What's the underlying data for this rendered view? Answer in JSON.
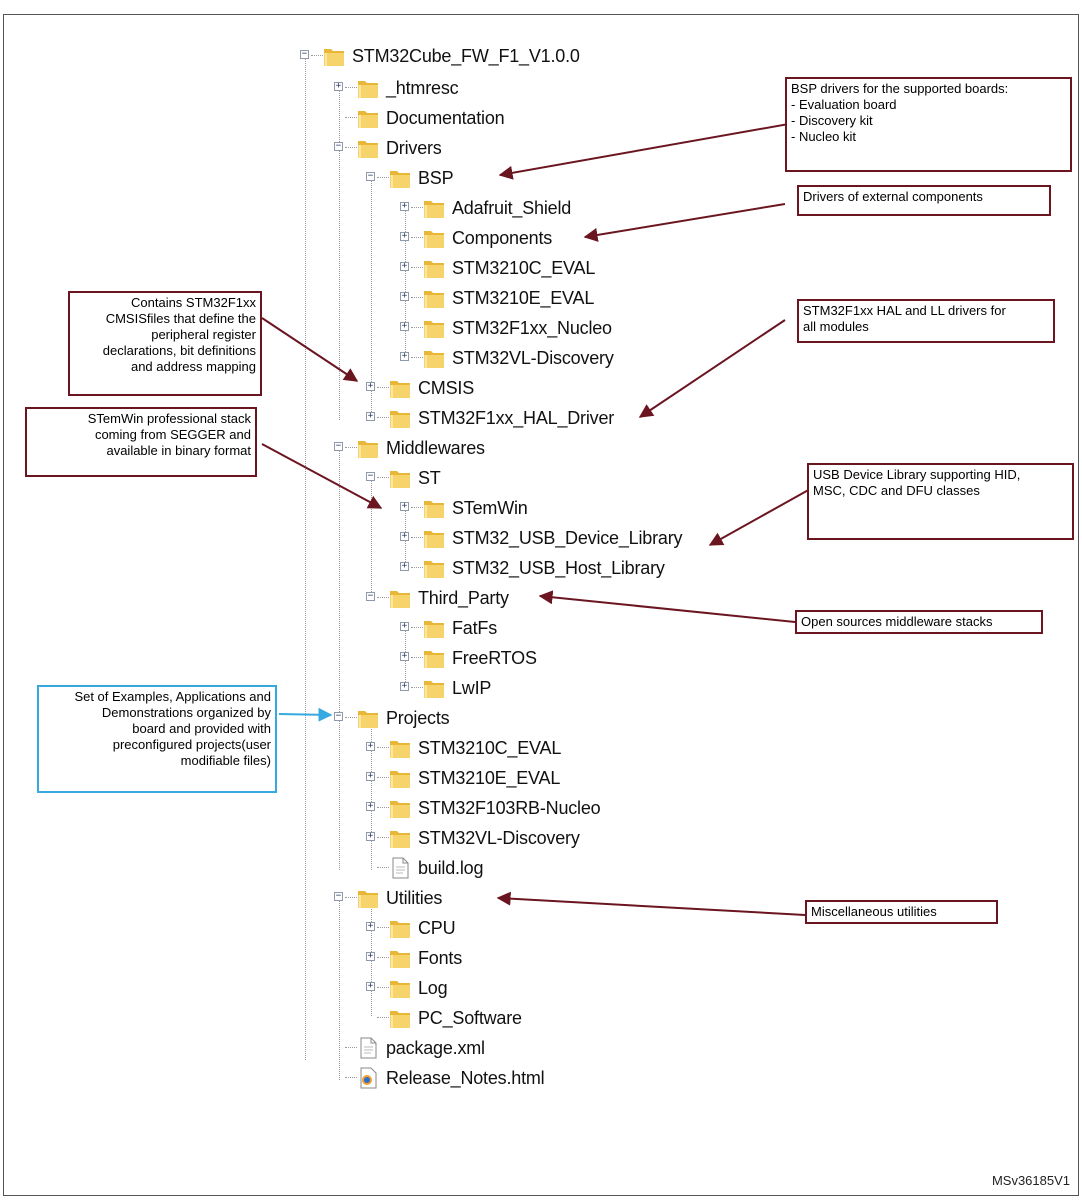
{
  "figure": {
    "id_code": "MSv36185V1"
  },
  "tree": [
    {
      "key": "root",
      "label": "STM32Cube_FW_F1_V1.0.0",
      "expander": "minus",
      "icon": "folder"
    },
    {
      "key": "htmresc",
      "label": "_htmresc",
      "expander": "plus",
      "icon": "folder"
    },
    {
      "key": "documentation",
      "label": "Documentation",
      "expander": "none",
      "icon": "folder"
    },
    {
      "key": "drivers",
      "label": "Drivers",
      "expander": "minus",
      "icon": "folder"
    },
    {
      "key": "bsp",
      "label": "BSP",
      "expander": "minus",
      "icon": "folder"
    },
    {
      "key": "adafruit",
      "label": "Adafruit_Shield",
      "expander": "plus",
      "icon": "folder"
    },
    {
      "key": "components",
      "label": "Components",
      "expander": "plus",
      "icon": "folder"
    },
    {
      "key": "bsp-3210c",
      "label": "STM3210C_EVAL",
      "expander": "plus",
      "icon": "folder"
    },
    {
      "key": "bsp-3210e",
      "label": "STM3210E_EVAL",
      "expander": "plus",
      "icon": "folder"
    },
    {
      "key": "bsp-nucleo",
      "label": "STM32F1xx_Nucleo",
      "expander": "plus",
      "icon": "folder"
    },
    {
      "key": "bsp-vl",
      "label": "STM32VL-Discovery",
      "expander": "plus",
      "icon": "folder"
    },
    {
      "key": "cmsis",
      "label": "CMSIS",
      "expander": "plus",
      "icon": "folder"
    },
    {
      "key": "hal",
      "label": "STM32F1xx_HAL_Driver",
      "expander": "plus",
      "icon": "folder"
    },
    {
      "key": "middlewares",
      "label": "Middlewares",
      "expander": "minus",
      "icon": "folder"
    },
    {
      "key": "st",
      "label": "ST",
      "expander": "minus",
      "icon": "folder"
    },
    {
      "key": "stemwin",
      "label": "STemWin",
      "expander": "plus",
      "icon": "folder"
    },
    {
      "key": "usb-device",
      "label": "STM32_USB_Device_Library",
      "expander": "plus",
      "icon": "folder"
    },
    {
      "key": "usb-host",
      "label": "STM32_USB_Host_Library",
      "expander": "plus",
      "icon": "folder"
    },
    {
      "key": "third-party",
      "label": "Third_Party",
      "expander": "minus",
      "icon": "folder"
    },
    {
      "key": "fatfs",
      "label": "FatFs",
      "expander": "plus",
      "icon": "folder"
    },
    {
      "key": "freertos",
      "label": "FreeRTOS",
      "expander": "plus",
      "icon": "folder"
    },
    {
      "key": "lwip",
      "label": "LwIP",
      "expander": "plus",
      "icon": "folder"
    },
    {
      "key": "projects",
      "label": "Projects",
      "expander": "minus",
      "icon": "folder"
    },
    {
      "key": "proj-3210c",
      "label": "STM3210C_EVAL",
      "expander": "plus",
      "icon": "folder"
    },
    {
      "key": "proj-3210e",
      "label": "STM3210E_EVAL",
      "expander": "plus",
      "icon": "folder"
    },
    {
      "key": "proj-nucleo",
      "label": "STM32F103RB-Nucleo",
      "expander": "plus",
      "icon": "folder"
    },
    {
      "key": "proj-vl",
      "label": "STM32VL-Discovery",
      "expander": "plus",
      "icon": "folder"
    },
    {
      "key": "buildlog",
      "label": "build.log",
      "expander": "none",
      "icon": "file"
    },
    {
      "key": "utilities",
      "label": "Utilities",
      "expander": "minus",
      "icon": "folder"
    },
    {
      "key": "cpu",
      "label": "CPU",
      "expander": "plus",
      "icon": "folder"
    },
    {
      "key": "fonts",
      "label": "Fonts",
      "expander": "plus",
      "icon": "folder"
    },
    {
      "key": "log",
      "label": "Log",
      "expander": "plus",
      "icon": "folder"
    },
    {
      "key": "pc-software",
      "label": "PC_Software",
      "expander": "none",
      "icon": "folder"
    },
    {
      "key": "package",
      "label": "package.xml",
      "expander": "none",
      "icon": "file"
    },
    {
      "key": "release-notes",
      "label": "Release_Notes.html",
      "expander": "none",
      "icon": "html-file"
    }
  ],
  "notes": {
    "bsp": [
      "BSP drivers for the supported boards:",
      "- Evaluation board",
      "- Discovery kit",
      "- Nucleo kit"
    ],
    "components": [
      "Drivers of external components"
    ],
    "hal": [
      "STM32F1xx HAL and LL drivers for",
      "all modules"
    ],
    "cmsis": [
      "Contains STM32F1xx",
      "CMSISfiles that define the",
      "peripheral register",
      "declarations, bit definitions",
      "and address mapping"
    ],
    "stemwin": [
      "STemWin professional stack",
      "coming from SEGGER and",
      "available in binary format"
    ],
    "usb": [
      "USB Device Library supporting HID,",
      "MSC, CDC and DFU classes"
    ],
    "third_party": [
      "Open sources middleware stacks"
    ],
    "projects": [
      "Set of Examples, Applications and",
      "Demonstrations organized by",
      "board and provided with",
      "preconfigured projects(user",
      "modifiable files)"
    ],
    "utilities": [
      "Miscellaneous utilities"
    ]
  },
  "colors": {
    "note_border": "#6b1520",
    "arrow": "#6b1520",
    "projects_note_border": "#37a9e0",
    "folder": "#f2c94c"
  }
}
